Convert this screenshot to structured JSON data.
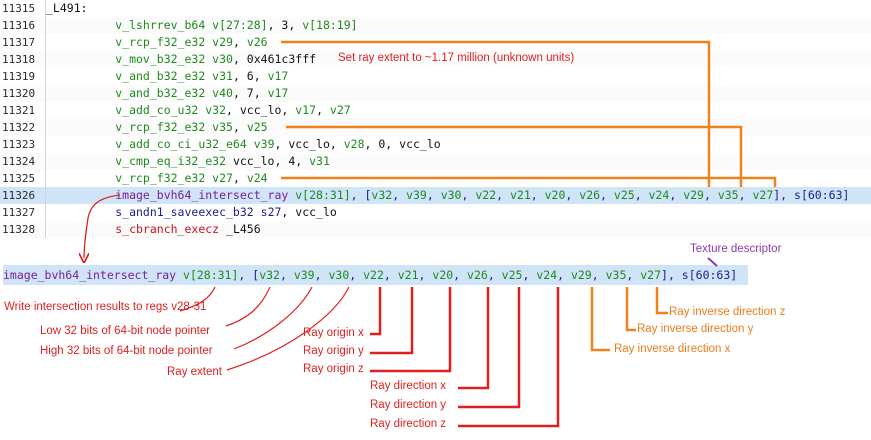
{
  "code_lines": [
    {
      "num": "11315",
      "tokens": [
        {
          "t": "_L491:",
          "c": "black"
        }
      ]
    },
    {
      "num": "11316",
      "tokens": [
        {
          "t": "          v_lshrrev_b64 ",
          "c": "green"
        },
        {
          "t": "v[27:28]",
          "c": "green"
        },
        {
          "t": ", 3, ",
          "c": "black"
        },
        {
          "t": "v[18:19]",
          "c": "green"
        }
      ]
    },
    {
      "num": "11317",
      "tokens": [
        {
          "t": "          v_rcp_f32_e32 ",
          "c": "green"
        },
        {
          "t": "v29",
          "c": "green"
        },
        {
          "t": ", ",
          "c": "black"
        },
        {
          "t": "v26",
          "c": "green"
        }
      ]
    },
    {
      "num": "11318",
      "tokens": [
        {
          "t": "          v_mov_b32_e32 ",
          "c": "green"
        },
        {
          "t": "v30",
          "c": "green"
        },
        {
          "t": ", 0x461c3fff",
          "c": "black"
        }
      ]
    },
    {
      "num": "11319",
      "tokens": [
        {
          "t": "          v_and_b32_e32 ",
          "c": "green"
        },
        {
          "t": "v31",
          "c": "green"
        },
        {
          "t": ", 6, ",
          "c": "black"
        },
        {
          "t": "v17",
          "c": "green"
        }
      ]
    },
    {
      "num": "11320",
      "tokens": [
        {
          "t": "          v_and_b32_e32 ",
          "c": "green"
        },
        {
          "t": "v40",
          "c": "green"
        },
        {
          "t": ", 7, ",
          "c": "black"
        },
        {
          "t": "v17",
          "c": "green"
        }
      ]
    },
    {
      "num": "11321",
      "tokens": [
        {
          "t": "          v_add_co_u32 ",
          "c": "green"
        },
        {
          "t": "v32",
          "c": "green"
        },
        {
          "t": ", vcc_lo, ",
          "c": "black"
        },
        {
          "t": "v17",
          "c": "green"
        },
        {
          "t": ", ",
          "c": "black"
        },
        {
          "t": "v27",
          "c": "green"
        }
      ]
    },
    {
      "num": "11322",
      "tokens": [
        {
          "t": "          v_rcp_f32_e32 ",
          "c": "green"
        },
        {
          "t": "v35",
          "c": "green"
        },
        {
          "t": ", ",
          "c": "black"
        },
        {
          "t": "v25",
          "c": "green"
        }
      ]
    },
    {
      "num": "11323",
      "tokens": [
        {
          "t": "          v_add_co_ci_u32_e64 ",
          "c": "green"
        },
        {
          "t": "v39",
          "c": "green"
        },
        {
          "t": ", vcc_lo, ",
          "c": "black"
        },
        {
          "t": "v28",
          "c": "green"
        },
        {
          "t": ", 0, vcc_lo",
          "c": "black"
        }
      ]
    },
    {
      "num": "11324",
      "tokens": [
        {
          "t": "          v_cmp_eq_i32_e32 ",
          "c": "green"
        },
        {
          "t": "vcc_lo, 4, ",
          "c": "black"
        },
        {
          "t": "v31",
          "c": "green"
        }
      ]
    },
    {
      "num": "11325",
      "tokens": [
        {
          "t": "          v_rcp_f32_e32 ",
          "c": "green"
        },
        {
          "t": "v27",
          "c": "green"
        },
        {
          "t": ", ",
          "c": "black"
        },
        {
          "t": "v24",
          "c": "green"
        }
      ]
    },
    {
      "num": "11326",
      "tokens": [
        {
          "t": "          image_bvh64_intersect_ray ",
          "c": "purple"
        },
        {
          "t": "v[28:31]",
          "c": "green"
        },
        {
          "t": ", [",
          "c": "navy"
        },
        {
          "t": "v32",
          "c": "green"
        },
        {
          "t": ", ",
          "c": "navy"
        },
        {
          "t": "v39",
          "c": "green"
        },
        {
          "t": ", ",
          "c": "navy"
        },
        {
          "t": "v30",
          "c": "green"
        },
        {
          "t": ", ",
          "c": "navy"
        },
        {
          "t": "v22",
          "c": "green"
        },
        {
          "t": ", ",
          "c": "navy"
        },
        {
          "t": "v21",
          "c": "green"
        },
        {
          "t": ", ",
          "c": "navy"
        },
        {
          "t": "v20",
          "c": "green"
        },
        {
          "t": ", ",
          "c": "navy"
        },
        {
          "t": "v26",
          "c": "green"
        },
        {
          "t": ", ",
          "c": "navy"
        },
        {
          "t": "v25",
          "c": "green"
        },
        {
          "t": ", ",
          "c": "navy"
        },
        {
          "t": "v24",
          "c": "green"
        },
        {
          "t": ", ",
          "c": "navy"
        },
        {
          "t": "v29",
          "c": "green"
        },
        {
          "t": ", ",
          "c": "navy"
        },
        {
          "t": "v35",
          "c": "green"
        },
        {
          "t": ", ",
          "c": "navy"
        },
        {
          "t": "v27",
          "c": "green"
        },
        {
          "t": "], ",
          "c": "navy"
        },
        {
          "t": "s[60:63]",
          "c": "navy"
        }
      ]
    },
    {
      "num": "11327",
      "tokens": [
        {
          "t": "          s_andn1_saveexec_b32 ",
          "c": "navy"
        },
        {
          "t": "s27",
          "c": "navy"
        },
        {
          "t": ", vcc_lo",
          "c": "black"
        }
      ]
    },
    {
      "num": "11328",
      "tokens": [
        {
          "t": "          s_cbranch_execz ",
          "c": "red"
        },
        {
          "t": "_L456",
          "c": "black"
        }
      ]
    }
  ],
  "inline_note": "Set ray extent to ~1.17 million (unknown units)",
  "big_instruction": [
    {
      "t": "image_bvh64_intersect_ray ",
      "c": "purple"
    },
    {
      "t": "v[28:31]",
      "c": "green"
    },
    {
      "t": ", [",
      "c": "navy"
    },
    {
      "t": "v32",
      "c": "green"
    },
    {
      "t": ", ",
      "c": "navy"
    },
    {
      "t": "v39",
      "c": "green"
    },
    {
      "t": ", ",
      "c": "navy"
    },
    {
      "t": "v30",
      "c": "green"
    },
    {
      "t": ", ",
      "c": "navy"
    },
    {
      "t": "v22",
      "c": "green"
    },
    {
      "t": ", ",
      "c": "navy"
    },
    {
      "t": "v21",
      "c": "green"
    },
    {
      "t": ", ",
      "c": "navy"
    },
    {
      "t": "v20",
      "c": "green"
    },
    {
      "t": ", ",
      "c": "navy"
    },
    {
      "t": "v26",
      "c": "green"
    },
    {
      "t": ", ",
      "c": "navy"
    },
    {
      "t": "v25",
      "c": "green"
    },
    {
      "t": ", ",
      "c": "navy"
    },
    {
      "t": "v24",
      "c": "green"
    },
    {
      "t": ", ",
      "c": "navy"
    },
    {
      "t": "v29",
      "c": "green"
    },
    {
      "t": ", ",
      "c": "navy"
    },
    {
      "t": "v35",
      "c": "green"
    },
    {
      "t": ", ",
      "c": "navy"
    },
    {
      "t": "v27",
      "c": "green"
    },
    {
      "t": "], ",
      "c": "navy"
    },
    {
      "t": "s[60:63]",
      "c": "navy"
    }
  ],
  "annotations": {
    "texture_descriptor": "Texture descriptor",
    "write_results": "Write intersection results to regs v28-31",
    "node_low": "Low 32 bits of 64-bit node pointer",
    "node_high": "High 32 bits of 64-bit node pointer",
    "ray_extent": "Ray extent",
    "origin_x": "Ray origin x",
    "origin_y": "Ray origin y",
    "origin_z": "Ray origin z",
    "dir_x": "Ray direction x",
    "dir_y": "Ray direction y",
    "dir_z": "Ray direction z",
    "inv_z": "Ray inverse direction z",
    "inv_y": "Ray inverse direction y",
    "inv_x": "Ray inverse direction x"
  },
  "colors": {
    "orange": "#f0821e",
    "red": "#e01f1f",
    "purple": "#8a3bb0",
    "highlight": "#cfe4f7"
  }
}
